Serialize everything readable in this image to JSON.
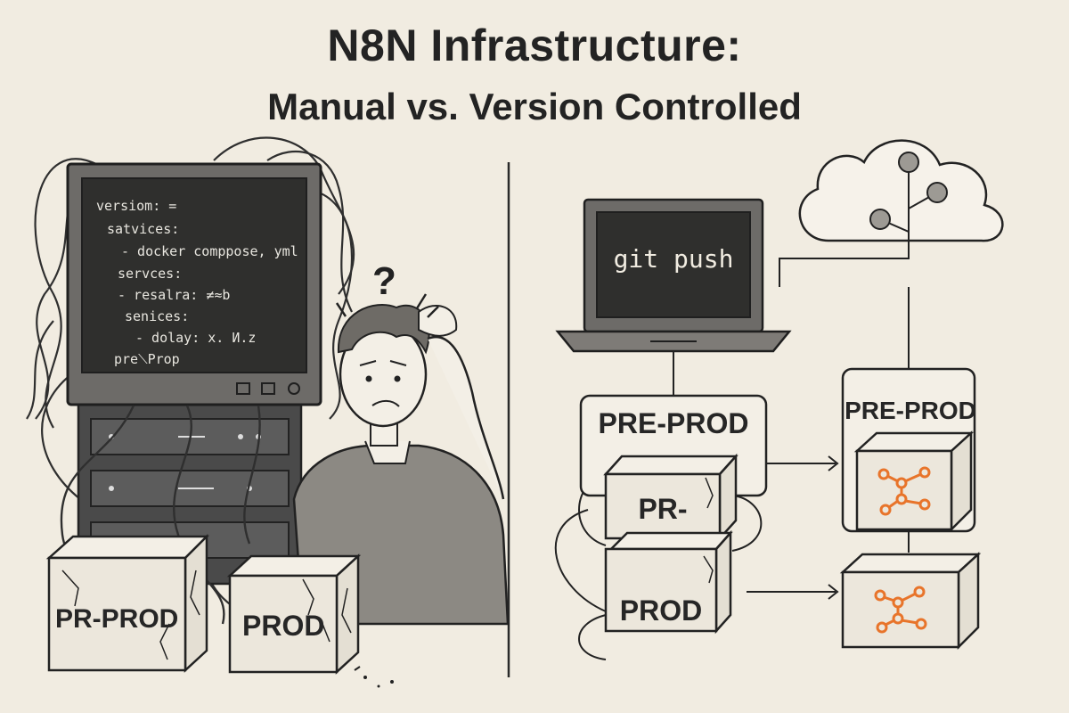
{
  "header": {
    "title": "N8N Infrastructure:",
    "subtitle": "Manual vs. Version Controlled"
  },
  "manual_side": {
    "monitor_code_lines": [
      "versiom: =",
      "satvices:",
      "- docker comppose, yml",
      "servces:",
      "- resalra: ≠≈b",
      "senices:",
      "- dolay: x. И.z",
      "pre⟍Prop"
    ],
    "confused_mark": "?",
    "box_left_label": "PR-PROD",
    "box_right_label": "PROD"
  },
  "vc_side": {
    "laptop_command": "git push",
    "left_group_label": "PRE-PROD",
    "left_box_top_label": "PR-",
    "left_box_bottom_label": "PROD",
    "right_group_label": "PRE-PROD",
    "n8n_icon_color": "#e8742a",
    "cloud_icon": "cloud-git-icon"
  }
}
